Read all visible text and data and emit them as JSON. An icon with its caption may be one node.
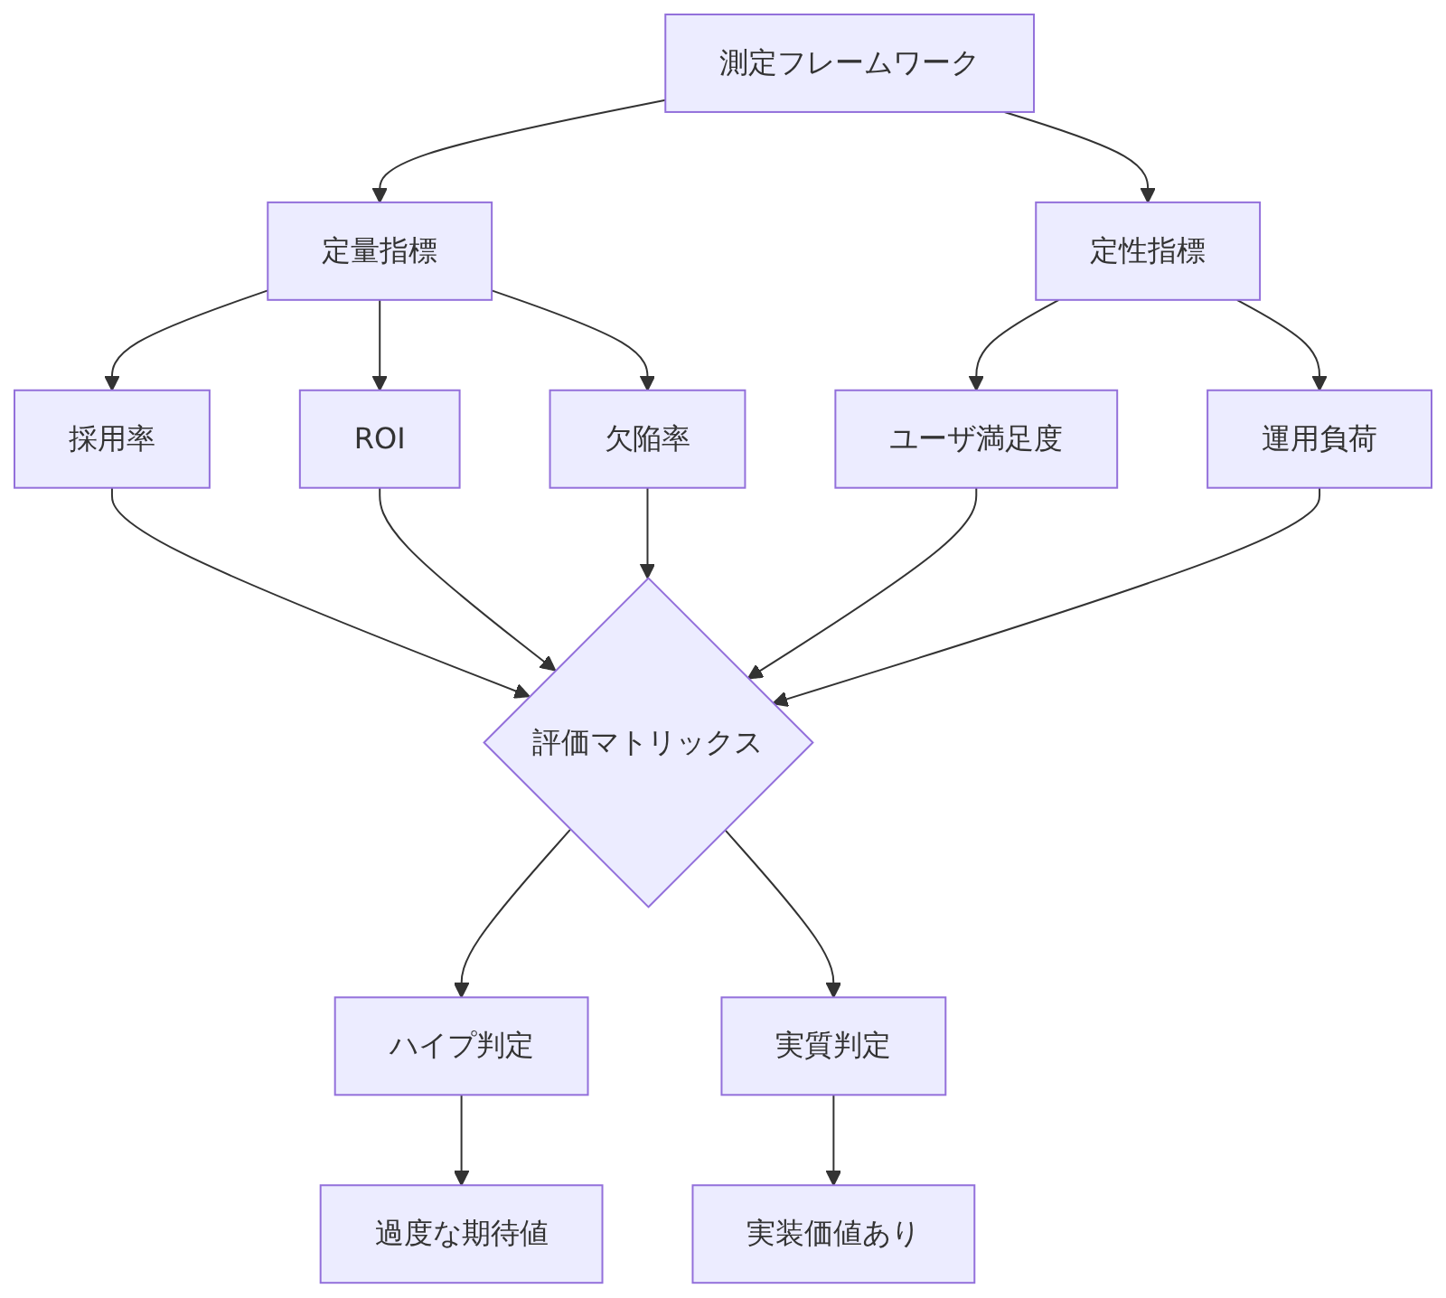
{
  "diagram": {
    "nodes": [
      {
        "text": [
          "測定フレームワーク"
        ]
      },
      {
        "text": [
          "定量指標"
        ]
      },
      {
        "text": [
          "定性指標"
        ]
      },
      {
        "text": [
          "採用率"
        ]
      },
      {
        "text": [
          "ROI"
        ]
      },
      {
        "text": [
          "欠陥率"
        ]
      },
      {
        "text": [
          "ユーザ満足度"
        ]
      },
      {
        "text": [
          "運用負荷"
        ]
      },
      {
        "text": [
          "評価マトリックス"
        ]
      },
      {
        "text": [
          "ハイプ判定"
        ]
      },
      {
        "text": [
          "実質判定"
        ]
      },
      {
        "text": [
          "過度な期待値"
        ]
      },
      {
        "text": [
          "実装価値あり"
        ]
      }
    ],
    "edges": [
      {
        "from": 0,
        "to": 1,
        "arrow": "to"
      },
      {
        "from": 0,
        "to": 2,
        "arrow": "to"
      },
      {
        "from": 1,
        "to": 3,
        "arrow": "to"
      },
      {
        "from": 1,
        "to": 4,
        "arrow": "to"
      },
      {
        "from": 1,
        "to": 5,
        "arrow": "to"
      },
      {
        "from": 2,
        "to": 6,
        "arrow": "to"
      },
      {
        "from": 2,
        "to": 7,
        "arrow": "to"
      },
      {
        "from": 3,
        "to": 8,
        "arrow": "to"
      },
      {
        "from": 4,
        "to": 8,
        "arrow": "to"
      },
      {
        "from": 5,
        "to": 8,
        "arrow": "to"
      },
      {
        "from": 6,
        "to": 8,
        "arrow": "to"
      },
      {
        "from": 7,
        "to": 8,
        "arrow": "to"
      },
      {
        "from": 8,
        "to": 9,
        "arrow": "to"
      },
      {
        "from": 8,
        "to": 10,
        "arrow": "to"
      },
      {
        "from": 9,
        "to": 11,
        "arrow": "to"
      },
      {
        "from": 10,
        "to": 12,
        "arrow": "to"
      }
    ]
  }
}
